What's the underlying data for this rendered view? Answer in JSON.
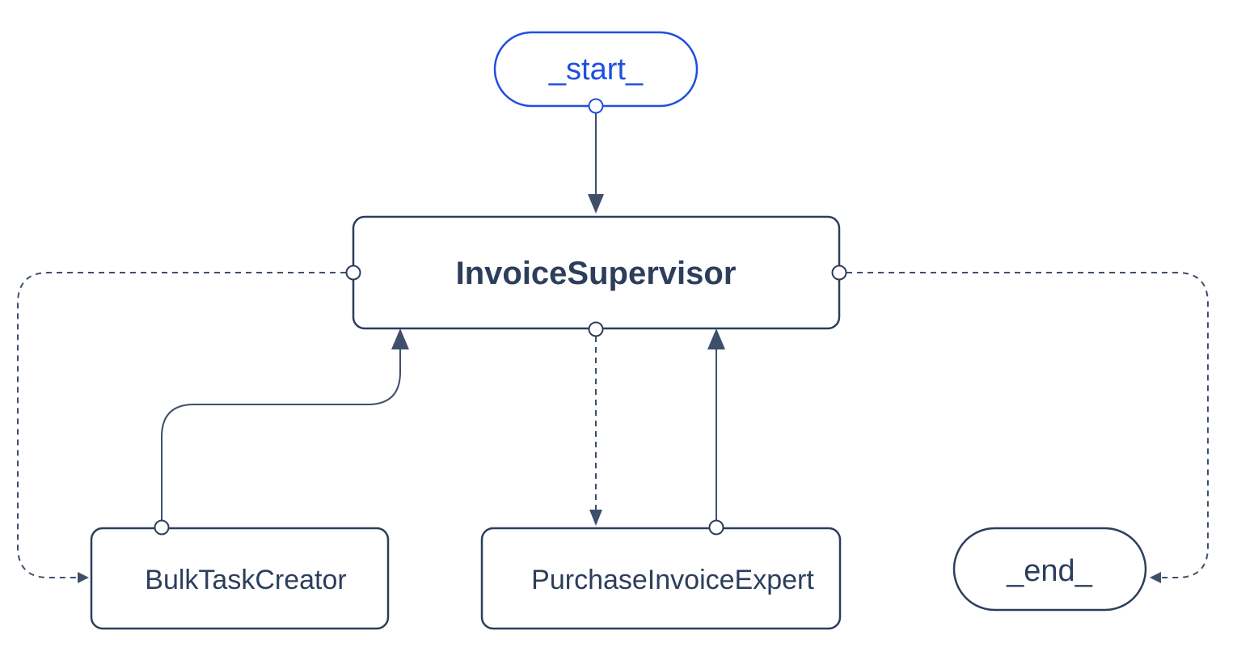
{
  "nodes": {
    "start": {
      "label": "_start_"
    },
    "supervisor": {
      "label": "InvoiceSupervisor"
    },
    "bulk": {
      "label": "BulkTaskCreator"
    },
    "purchase": {
      "label": "PurchaseInvoiceExpert"
    },
    "end": {
      "label": "_end_"
    }
  },
  "colors": {
    "ink": "#2c3e5c",
    "edge": "#3d4f6b",
    "start_accent": "#1f4fe0",
    "background": "#ffffff"
  }
}
